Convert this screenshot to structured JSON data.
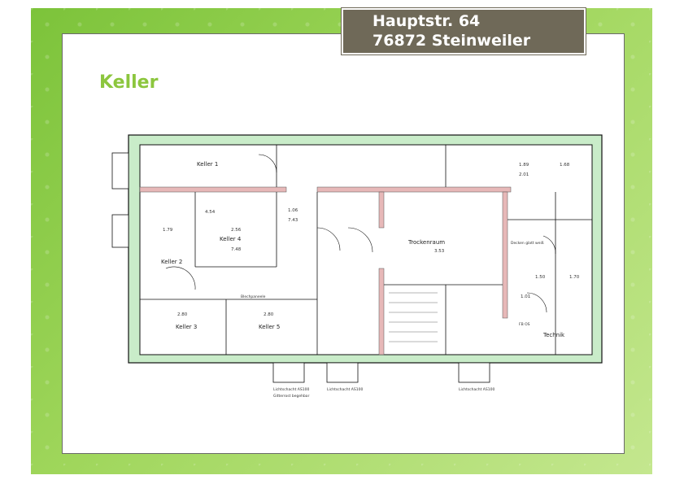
{
  "address": {
    "street": "Hauptstr. 64",
    "city": "76872 Steinweiler"
  },
  "page_title": "Keller",
  "floor_plan": {
    "rooms": {
      "keller1": "Keller 1",
      "keller2": "Keller 2",
      "keller3": "Keller 3",
      "keller4": "Keller 4",
      "keller5": "Keller 5",
      "trockenraum": "Trockenraum",
      "technik": "Technik"
    },
    "dimensions": {
      "d_454": "4.54",
      "d_179": "1.79",
      "d_256": "2.56",
      "d_748": "7.48",
      "d_106": "1.06",
      "d_743": "7.43",
      "d_280a": "2.80",
      "d_280b": "2.80",
      "d_353": "3.53",
      "d_189": "1.89",
      "d_168": "1.68",
      "d_201": "2.01",
      "d_150": "1.50",
      "d_101": "1.01",
      "d_170": "1.70"
    },
    "notes": {
      "blechpaneele": "Blechpaneele",
      "lichtschacht1": "Lichtschacht AS100",
      "lichtschacht2": "Lichtschacht AS100",
      "lichtschacht3": "Lichtschacht AS100",
      "gitterrost": "Gitterrost begehbar",
      "decke_note": "Decken glatt weiß",
      "fb_os": "FB OS"
    }
  }
}
